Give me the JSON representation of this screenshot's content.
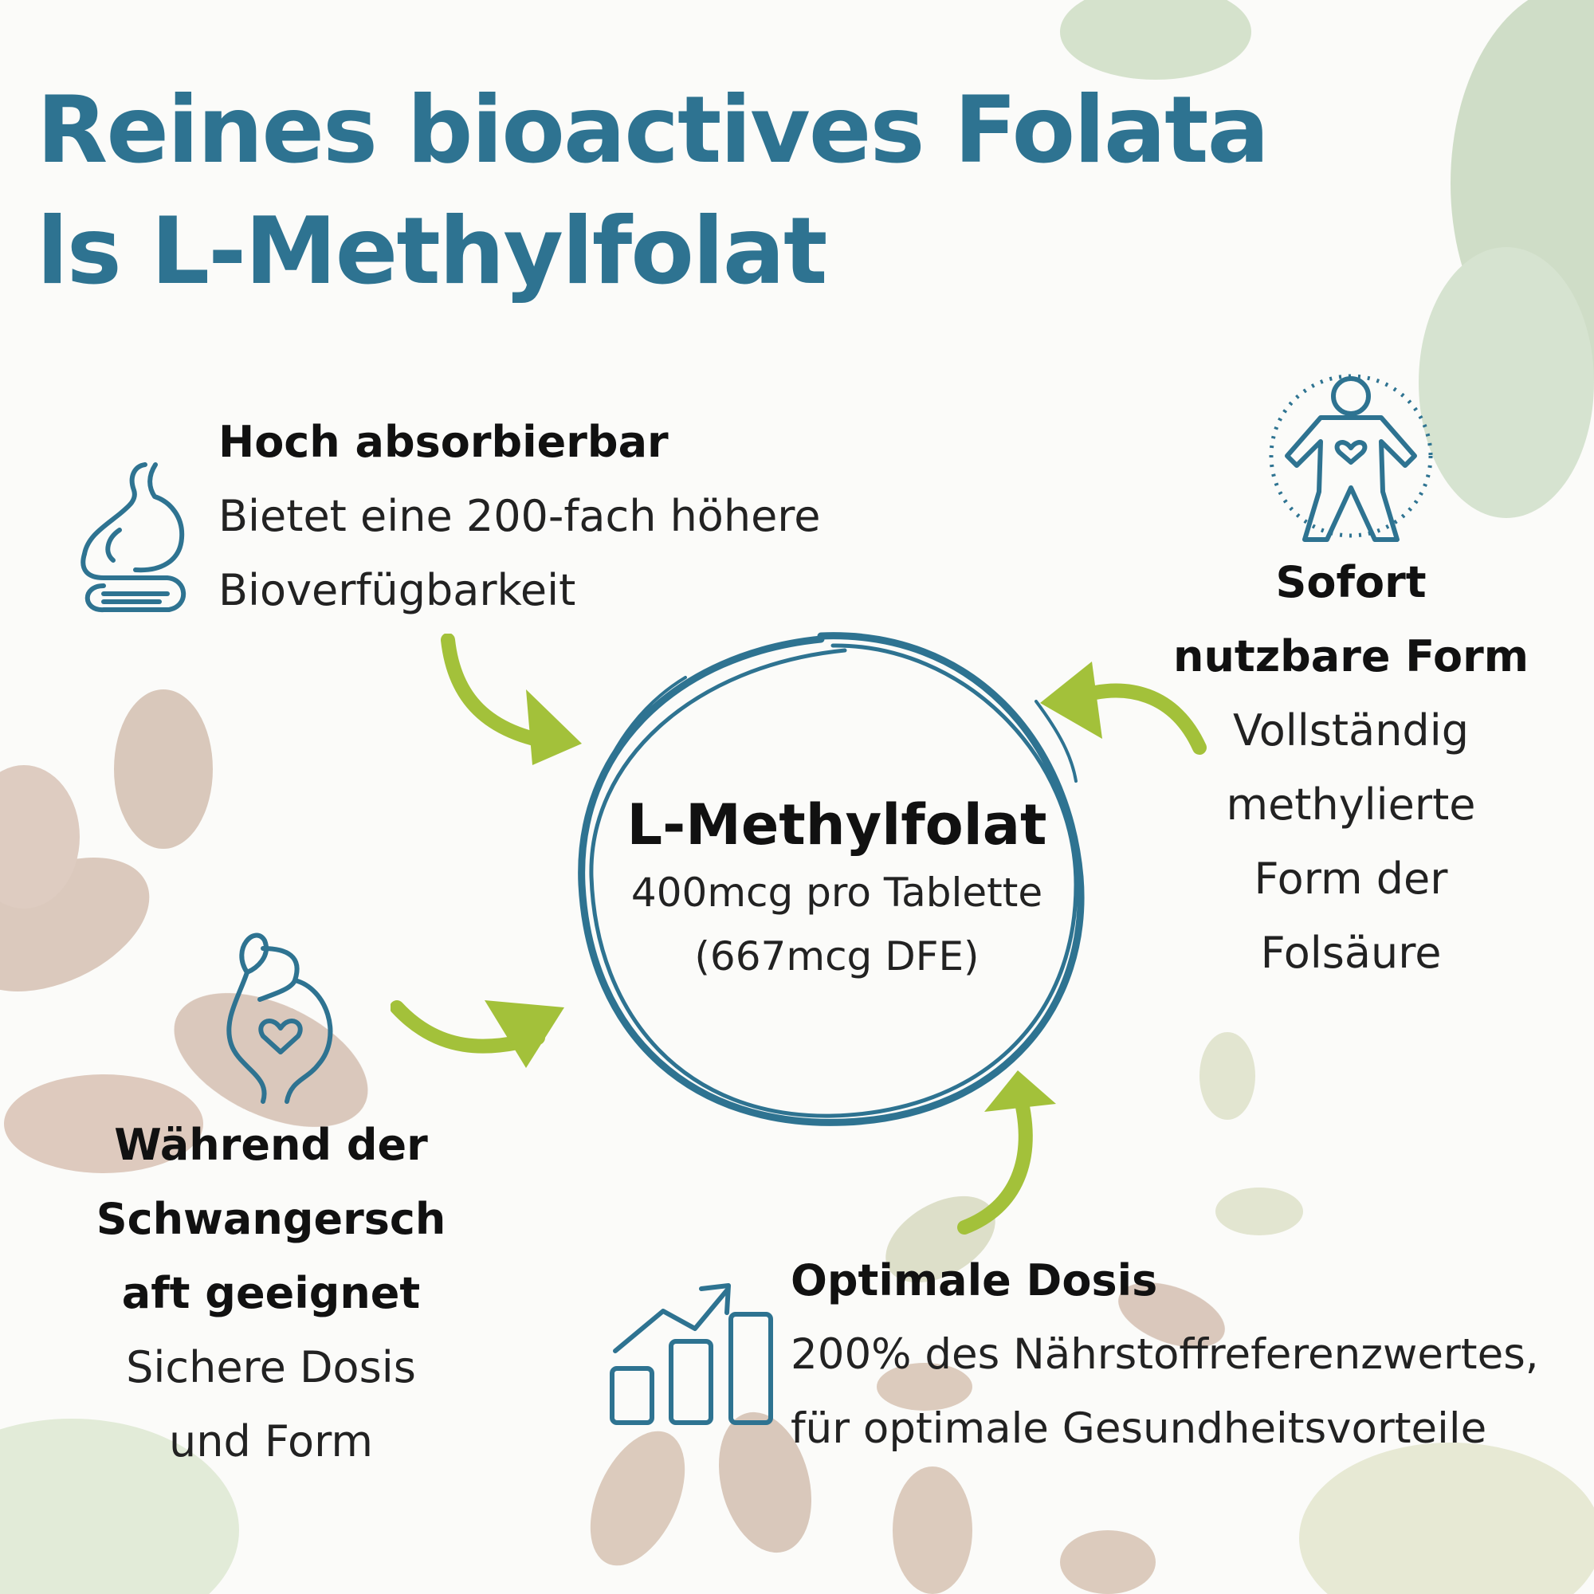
{
  "title": {
    "line1": "Reines bioactives Folata",
    "line2": "ls L-Methylfolat"
  },
  "center": {
    "title": "L-Methylfolat",
    "line1": "400mcg pro Tablette",
    "line2": "(667mcg DFE)"
  },
  "features": {
    "absorb": {
      "title": "Hoch absorbierbar",
      "line1": "Bietet eine 200-fach höhere",
      "line2": "Bioverfügbarkeit"
    },
    "form": {
      "title1": "Sofort",
      "title2": "nutzbare Form",
      "line1": "Vollständig",
      "line2": "methylierte",
      "line3": "Form der",
      "line4": "Folsäure"
    },
    "pregnancy": {
      "title1": "Während der",
      "title2": "Schwangersch",
      "title3": "aft geeignet",
      "line1": "Sichere Dosis",
      "line2": "und Form"
    },
    "dose": {
      "title": "Optimale Dosis",
      "line1": "200% des Nährstoffreferenzwertes,",
      "line2": "für optimale Gesundheitsvorteile"
    }
  },
  "icons": {
    "absorb": "stomach-icon",
    "form": "body-heart-icon",
    "pregnancy": "pregnancy-icon",
    "dose": "growth-chart-icon"
  },
  "colors": {
    "accent": "#2e7391",
    "arrow": "#a3c13a",
    "text": "#1d1d1d"
  }
}
